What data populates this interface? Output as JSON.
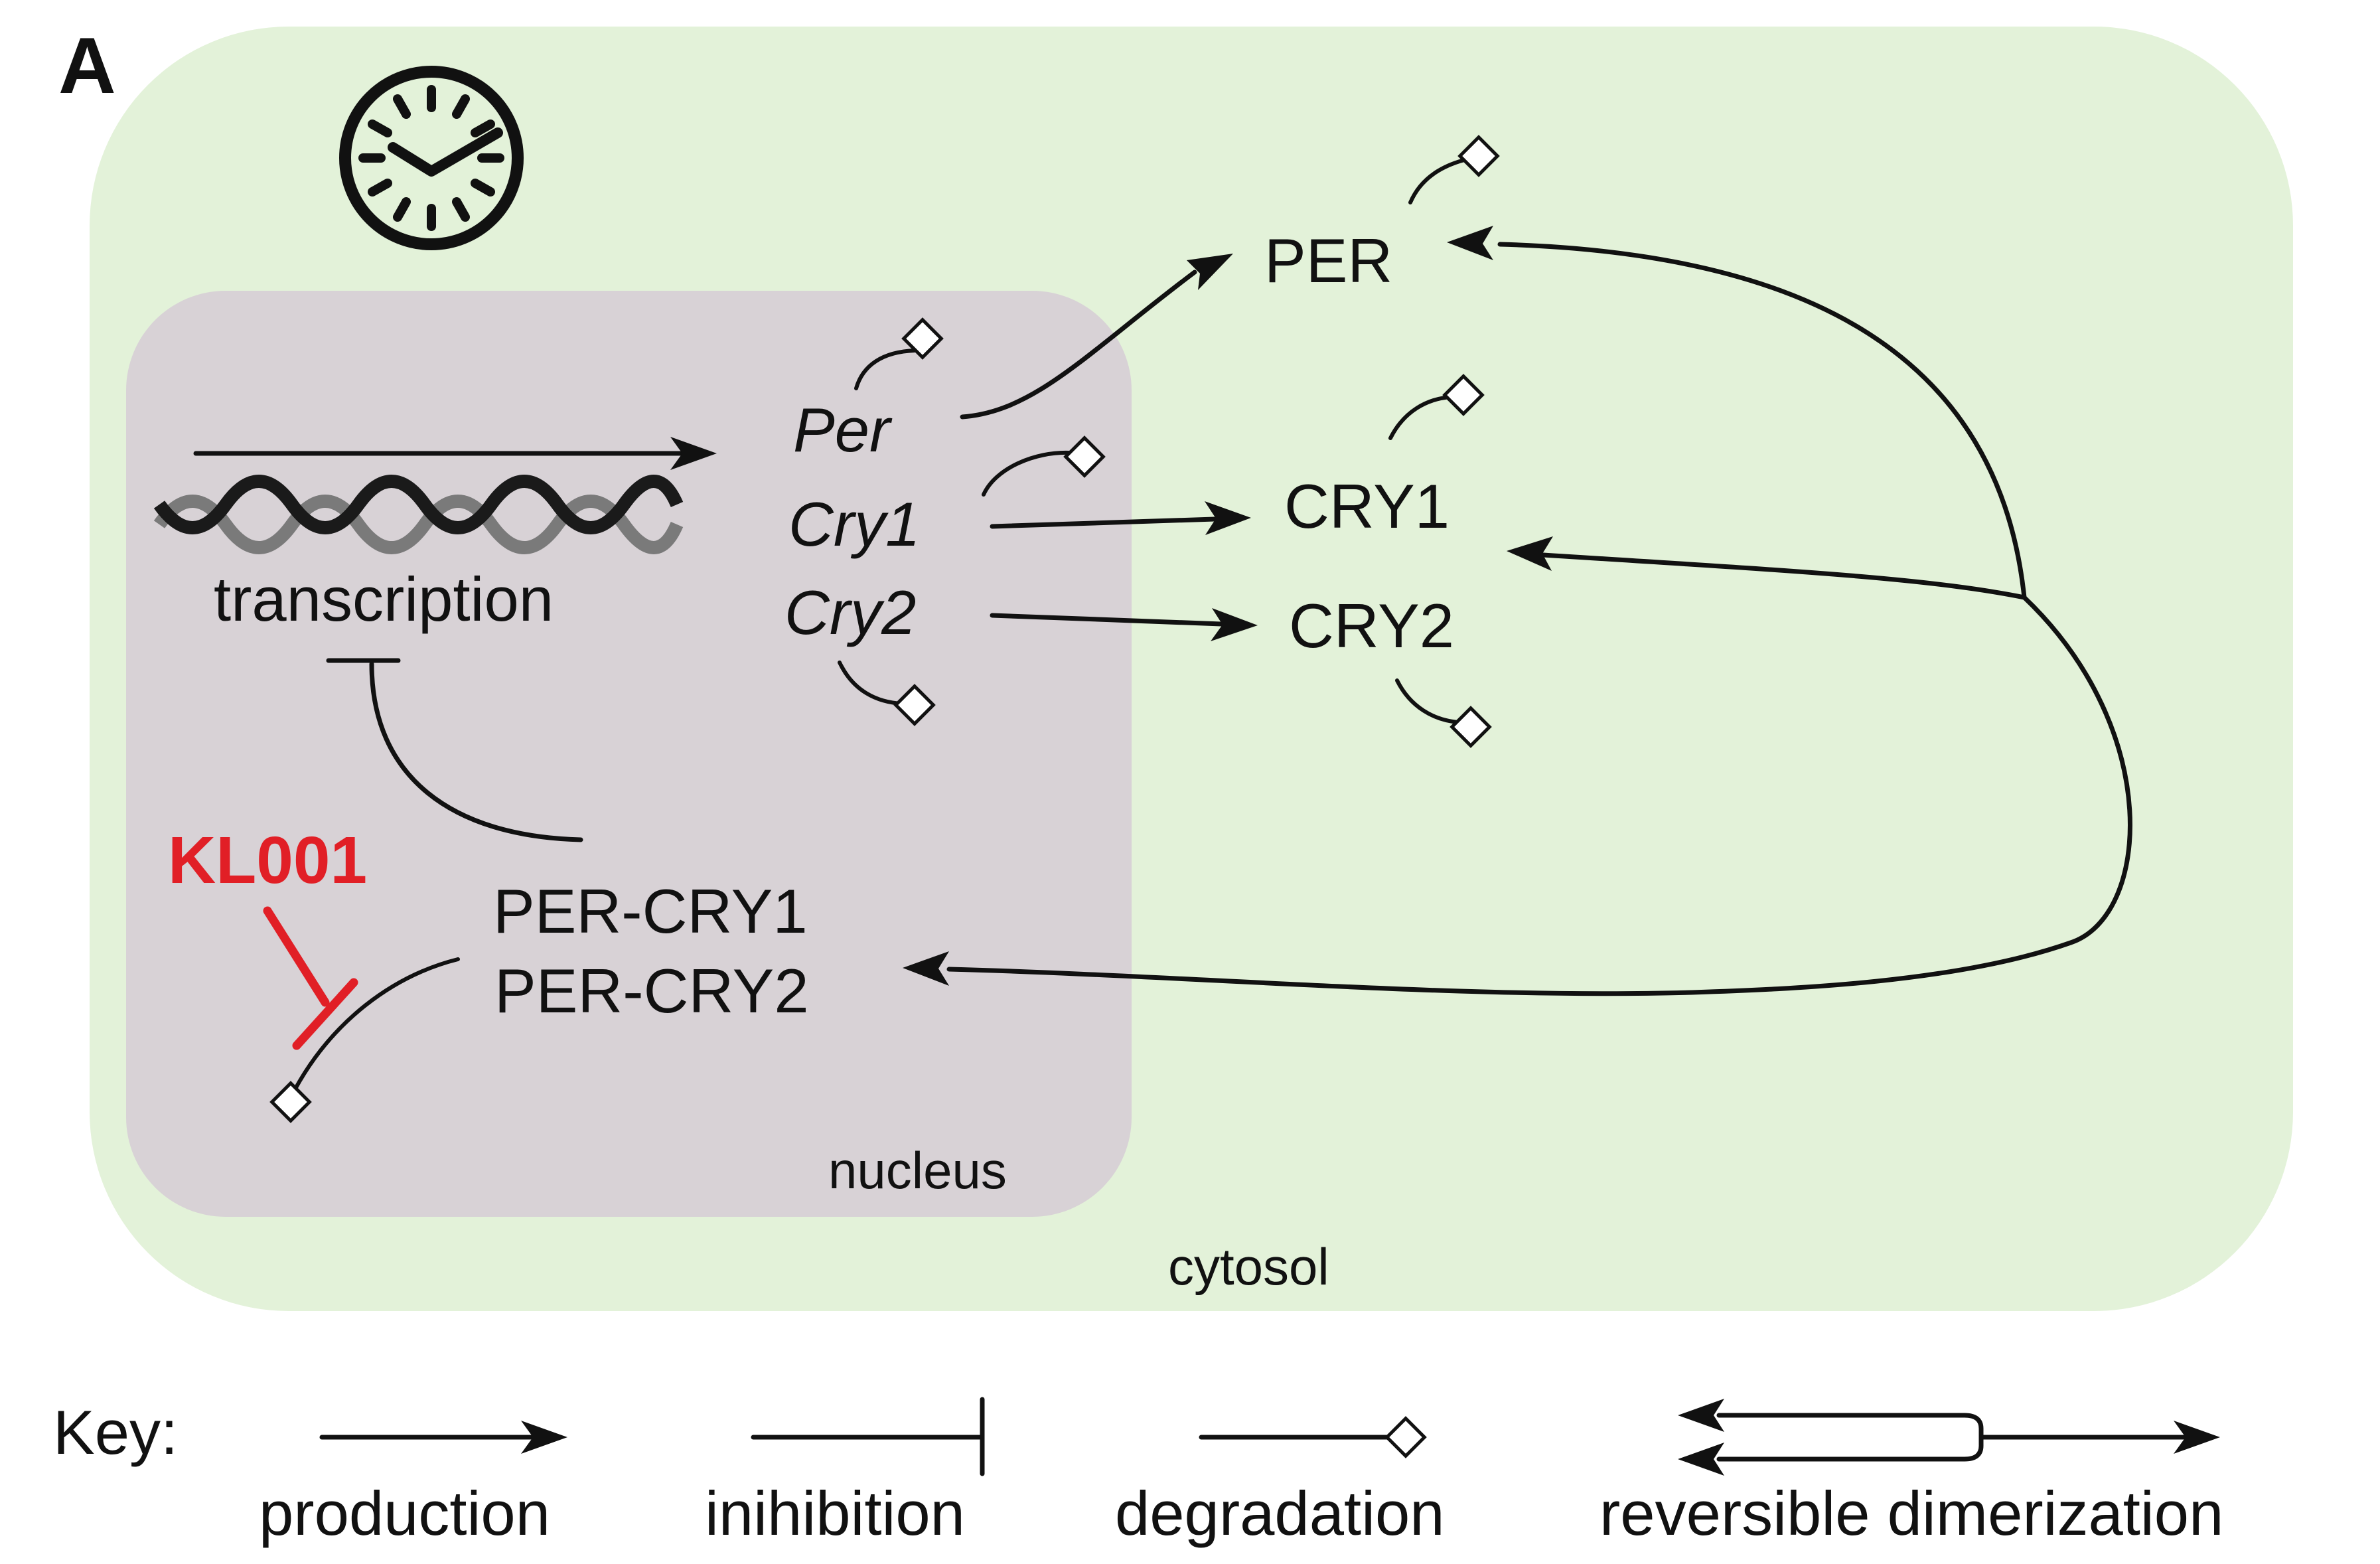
{
  "panel_label": "A",
  "compartments": {
    "cytosol": "cytosol",
    "nucleus": "nucleus"
  },
  "colors": {
    "cytosol_fill": "#e3f2d9",
    "nucleus_fill": "#d8d2d6",
    "inhibitor": "#e11f26",
    "ink": "#111111"
  },
  "icons": {
    "clock": "clock-icon",
    "dna": "dna-helix-icon"
  },
  "nodes": {
    "transcription": "transcription",
    "per_gene": "Per",
    "cry1_gene": "Cry1",
    "cry2_gene": "Cry2",
    "per_protein": "PER",
    "cry1_protein": "CRY1",
    "cry2_protein": "CRY2",
    "per_cry1_complex": "PER-CRY1",
    "per_cry2_complex": "PER-CRY2",
    "drug": "KL001"
  },
  "key": {
    "title": "Key:",
    "production": "production",
    "inhibition": "inihibition",
    "degradation": "degradation",
    "dimerization": "reversible dimerization"
  }
}
